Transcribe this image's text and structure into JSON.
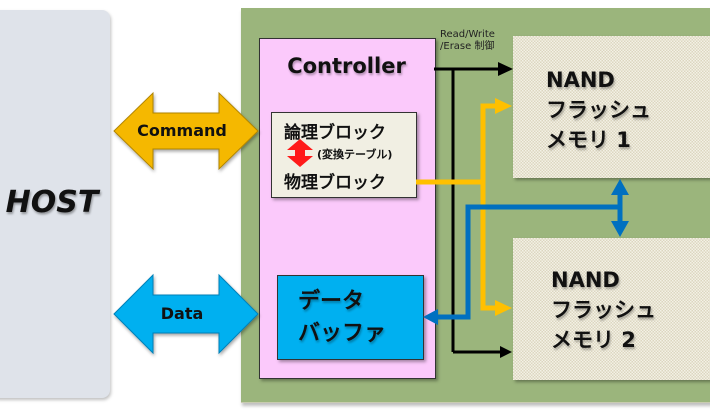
{
  "host": {
    "label": "HOST"
  },
  "interfaces": {
    "command": {
      "label": "Command",
      "color": "#f5b800"
    },
    "data": {
      "label": "Data",
      "color": "#00b0f0"
    }
  },
  "controller": {
    "title": "Controller",
    "mapping_table": {
      "logical": "論理ブロック",
      "conversion": "(変換テーブル)",
      "physical": "物理ブロック"
    },
    "data_buffer": {
      "line1": "データ",
      "line2": "バッファ"
    }
  },
  "control_signal": {
    "line1": "Read/Write",
    "line2": "/Erase 制御"
  },
  "nand": [
    {
      "line1": "NAND",
      "line2": "フラッシュ",
      "line3": "メモリ 1"
    },
    {
      "line1": "NAND",
      "line2": "フラッシュ",
      "line3": "メモリ 2"
    }
  ],
  "colors": {
    "board": "#9bb57c",
    "controller": "#fbc9fb",
    "address_bus": "#ffc000",
    "data_bus": "#0070c0",
    "control_bus": "#000000",
    "swap_arrow": "#ff0000"
  }
}
